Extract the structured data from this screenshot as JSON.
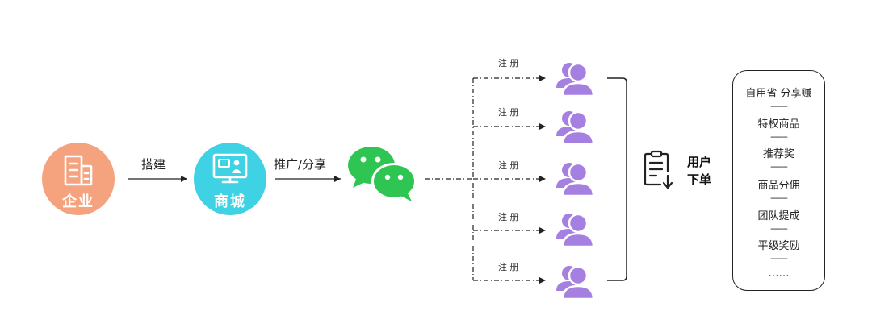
{
  "nodes": {
    "enterprise": {
      "label": "企业",
      "color": "#f5a37e"
    },
    "mall": {
      "label": "商城",
      "color": "#3fd1e4"
    },
    "wechat": {
      "color": "#2fc552"
    }
  },
  "edges": {
    "build": "搭建",
    "share": "推广/分享"
  },
  "users": {
    "color": "#a580e0",
    "register_labels": [
      "注 册",
      "注 册",
      "注 册",
      "注 册",
      "注 册"
    ]
  },
  "order": {
    "label_line1": "用户",
    "label_line2": "下单"
  },
  "benefits": {
    "items": [
      "自用省 分享赚",
      "特权商品",
      "推荐奖",
      "商品分佣",
      "团队提成",
      "平级奖励",
      "……"
    ],
    "separator": "-------"
  }
}
